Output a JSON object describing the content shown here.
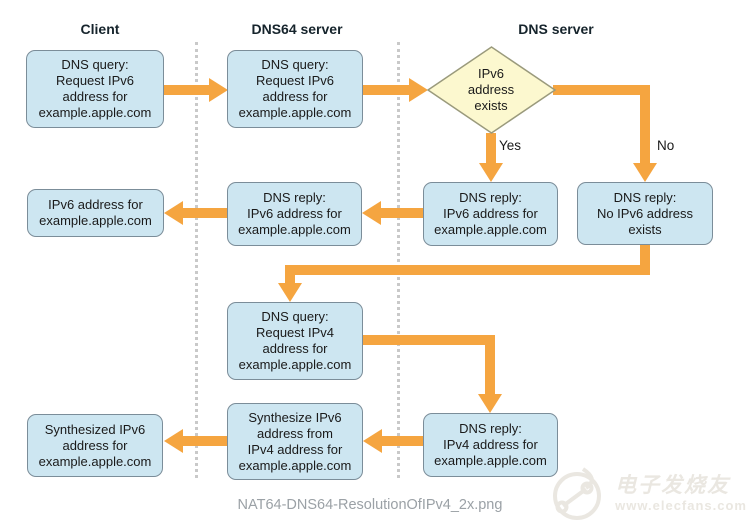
{
  "diagram": {
    "title_caption": "NAT64-DNS64-ResolutionOfIPv4_2x.png",
    "columns": [
      {
        "id": "client",
        "label": "Client"
      },
      {
        "id": "dns64",
        "label": "DNS64 server"
      },
      {
        "id": "dns",
        "label": "DNS server"
      }
    ],
    "nodes": {
      "client_query_ipv6": {
        "text": "DNS query:\nRequest IPv6\naddress for\nexample.apple.com"
      },
      "dns64_query_ipv6": {
        "text": "DNS query:\nRequest IPv6\naddress for\nexample.apple.com"
      },
      "decision_ipv6_exists": {
        "text": "IPv6\naddress\nexists"
      },
      "dns_reply_ipv6": {
        "text": "DNS reply:\nIPv6 address for\nexample.apple.com"
      },
      "dns_reply_no_ipv6": {
        "text": "DNS reply:\nNo IPv6 address\nexists"
      },
      "dns64_reply_ipv6": {
        "text": "DNS reply:\nIPv6 address for\nexample.apple.com"
      },
      "client_ipv6_result": {
        "text": "IPv6 address for\nexample.apple.com"
      },
      "dns64_query_ipv4": {
        "text": "DNS query:\nRequest IPv4\naddress for\nexample.apple.com"
      },
      "dns_reply_ipv4": {
        "text": "DNS reply:\nIPv4 address for\nexample.apple.com"
      },
      "dns64_synthesize": {
        "text": "Synthesize IPv6\naddress from\nIPv4 address for\nexample.apple.com"
      },
      "client_synthesized": {
        "text": "Synthesized IPv6\naddress for\nexample.apple.com"
      }
    },
    "edge_labels": {
      "yes": "Yes",
      "no": "No"
    },
    "caption": "NAT64-DNS64-ResolutionOfIPv4_2x.png",
    "colors": {
      "box_fill": "#cde6f1",
      "box_border": "#7b8d99",
      "diamond_fill": "#fcf8cf",
      "diamond_border": "#9a9a7c",
      "arrow": "#f5a540",
      "text": "#1a1a1a",
      "header": "#16242c",
      "caption": "#9ba1a6",
      "dotted": "#c9c9c9",
      "watermark": "#eae7e1"
    }
  },
  "watermark": {
    "brand": "电子发烧友",
    "url": "www.elecfans.com"
  }
}
